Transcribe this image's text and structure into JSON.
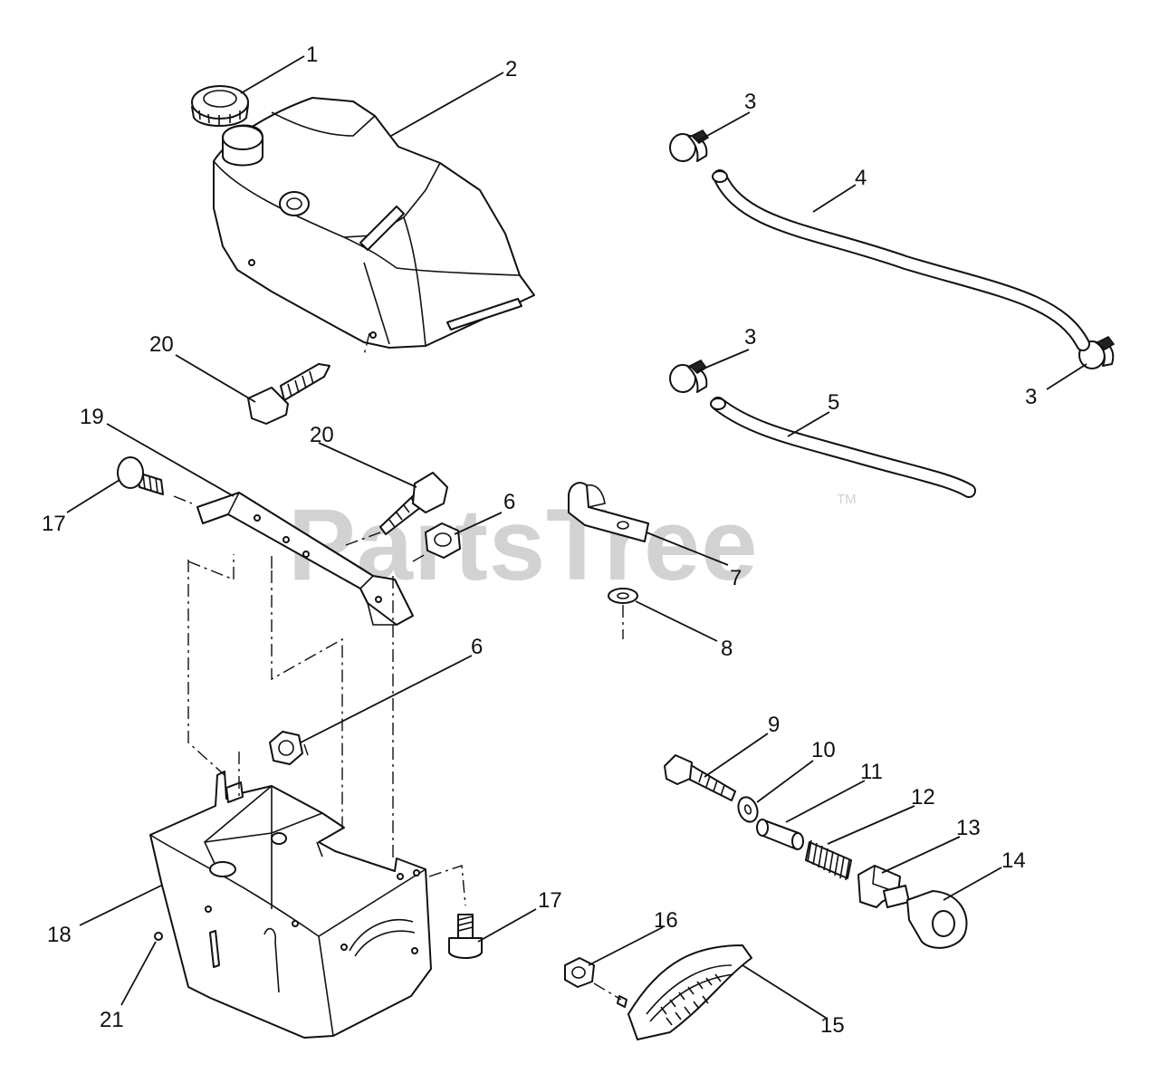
{
  "watermark": {
    "text": "PartsTree",
    "trademark": "TM"
  },
  "callouts": [
    "1",
    "2",
    "3",
    "4",
    "5",
    "6",
    "7",
    "8",
    "9",
    "10",
    "11",
    "12",
    "13",
    "14",
    "15",
    "16",
    "17",
    "18",
    "19",
    "20",
    "21"
  ]
}
